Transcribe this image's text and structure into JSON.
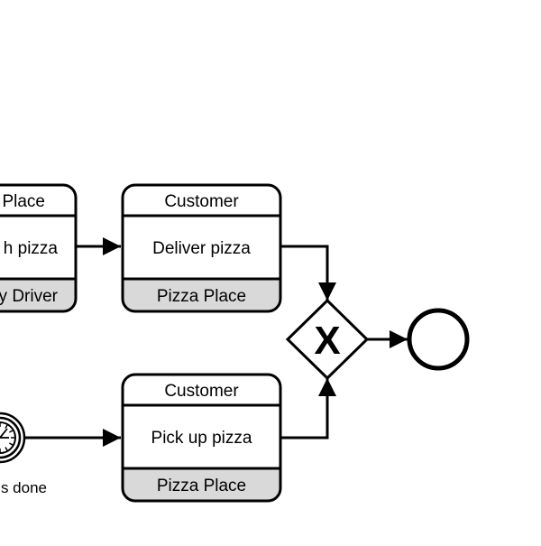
{
  "tasks": [
    {
      "participant": "Place",
      "label": "h pizza",
      "initiator": "y Driver"
    },
    {
      "participant": "Customer",
      "label": "Deliver pizza",
      "initiator": "Pizza Place"
    },
    {
      "participant": "Customer",
      "label": "Pick up pizza",
      "initiator": "Pizza Place"
    }
  ],
  "gateway": {
    "symbol": "X",
    "type": "exclusive"
  },
  "timer_event": {
    "label": "s done"
  },
  "end_event": {
    "label": ""
  },
  "colors": {
    "stroke": "#000000",
    "fill": "#ffffff",
    "initiator_band": "#d9d9d9"
  }
}
